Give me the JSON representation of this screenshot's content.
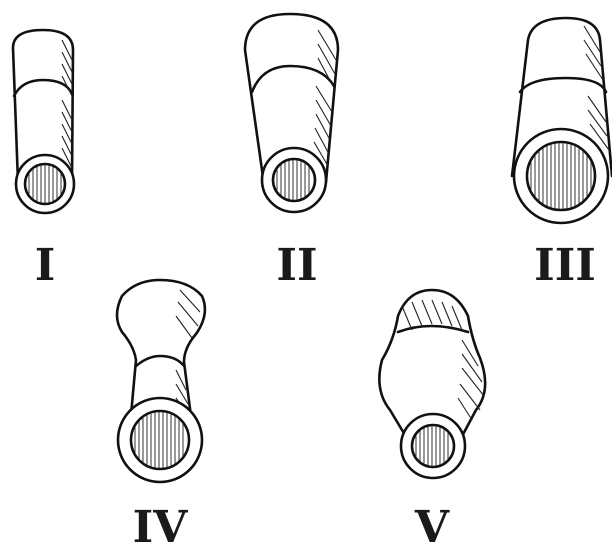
{
  "figures": [
    {
      "id": "I",
      "label": "I"
    },
    {
      "id": "II",
      "label": "II"
    },
    {
      "id": "III",
      "label": "III"
    },
    {
      "id": "IV",
      "label": "IV"
    },
    {
      "id": "V",
      "label": "V"
    }
  ]
}
